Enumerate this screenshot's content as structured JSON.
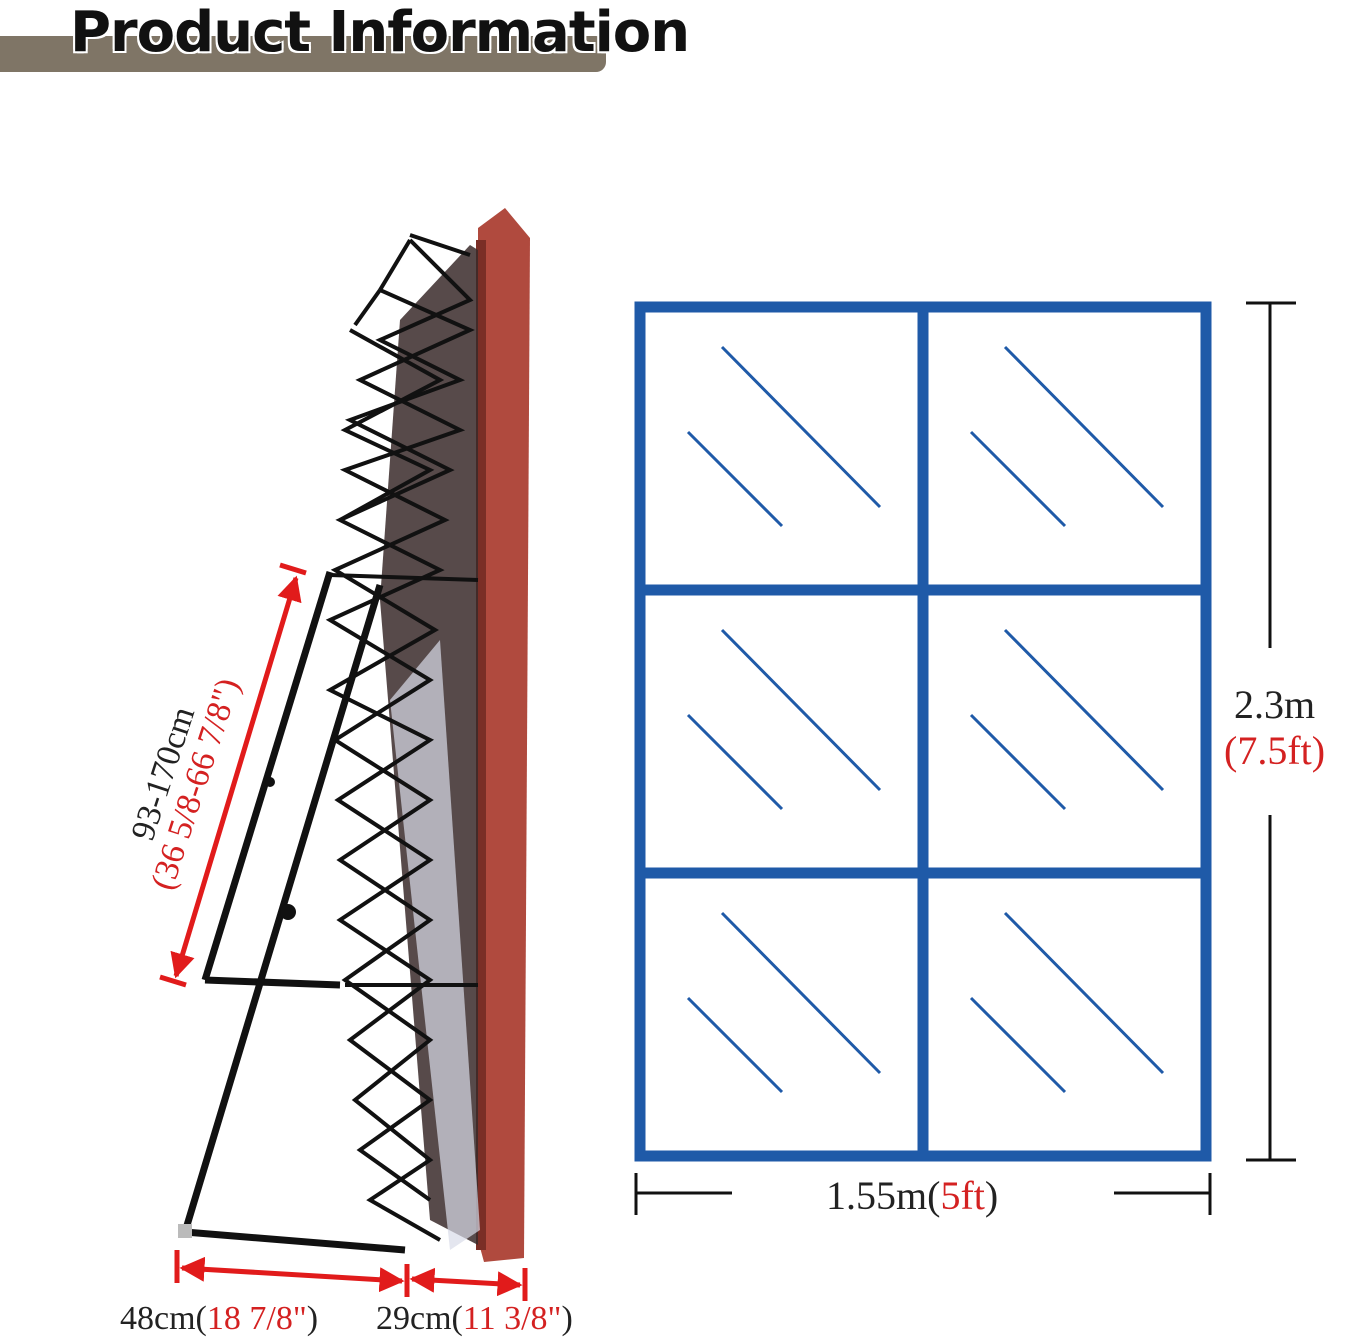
{
  "title": "Product Information",
  "colors": {
    "frame_blue": "#1f5aa8",
    "dimension_red": "#e11b1b",
    "cover_red": "#b04a3e",
    "title_bar": "#7f7566",
    "frame_black": "#111111"
  },
  "side_view": {
    "depth_left": {
      "metric": "48cm",
      "open": "(",
      "imperial": "18 7/8\"",
      "close": ")"
    },
    "depth_right": {
      "metric": "29cm",
      "open": "(",
      "imperial": "11 3/8\"",
      "close": ")"
    },
    "leg_length": {
      "metric": "93-170cm",
      "imperial": "(36 5/8-66 7/8\")"
    }
  },
  "front_view": {
    "columns": 2,
    "rows": 3,
    "width": {
      "metric": "1.55m",
      "open": "(",
      "imperial": "5ft",
      "close": ")"
    },
    "height": {
      "metric": "2.3m",
      "imperial": "(7.5ft)"
    }
  },
  "icons": [
    "dimension-arrow-icon",
    "glass-reflection-icon"
  ]
}
